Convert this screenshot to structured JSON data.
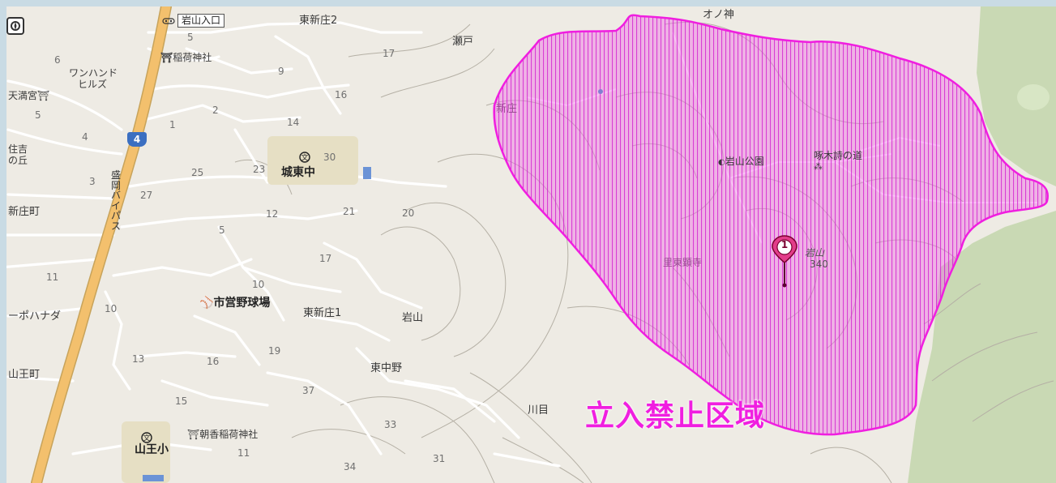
{
  "map": {
    "warning_label": "立入禁止区域",
    "marker_number": "1",
    "route_shield": "4",
    "entrance_label": "岩山入口",
    "control_icon": "compass-toggle-icon",
    "colors": {
      "zone_fill": "#f06de6",
      "zone_outline": "#f01ee0",
      "land": "#eeebe4",
      "road_major": "#f3c06d",
      "contour": "#b5b0a5",
      "forest": "#c9d9b4",
      "school_ground": "#e6dfc4",
      "route_shield": "#3b6fc1",
      "warning_text": "#f01ee0"
    },
    "places": {
      "higashi_shinjo_2": "東新庄2",
      "onogami": "オノ神",
      "seto": "瀬戸",
      "inari_jinja": "稲荷神社",
      "one_hand_hills_1": "ワンハンド",
      "one_hand_hills_2": "ヒルズ",
      "tenmangu": "天満宮",
      "shinjo": "新庄",
      "iwayama_koen": "岩山公園",
      "takuboku_michi": "啄木詩の道",
      "sumiyoshi_1": "住吉",
      "sumiyoshi_2": "の丘",
      "joto_chu": "城東中",
      "morioka_bypass": "盛岡バイパス",
      "shinjo_machi": "新庄町",
      "riton_ji": "里東顕寺",
      "iwayama_peak": "岩山",
      "iwayama_elev": "340",
      "shiei_yakyujo": "市営野球場",
      "higashi_shinjo_1": "東新庄1",
      "iwayama_area": "岩山",
      "pohanada": "ーポハナダ",
      "higashi_nakano": "東中野",
      "sanno_machi": "山王町",
      "kawame": "川目",
      "asaka_inari": "朝香稲荷神社",
      "sanno_sho": "山王小"
    },
    "blocks": {
      "b5a": "5",
      "b6": "6",
      "b9": "9",
      "b17": "17",
      "b16": "16",
      "b2": "2",
      "b5b": "5",
      "b1": "1",
      "b14": "14",
      "b4": "4",
      "b3": "3",
      "b30": "30",
      "b25": "25",
      "b23": "23",
      "b27": "27",
      "b12": "12",
      "b21": "21",
      "b20": "20",
      "b5c": "5",
      "b17b": "17",
      "b10": "10",
      "b11": "11",
      "b10b": "10",
      "b19": "19",
      "b13": "13",
      "b16b": "16",
      "b37": "37",
      "b15": "15",
      "b33": "33",
      "b11b": "11",
      "b31": "31",
      "b34": "34"
    }
  }
}
